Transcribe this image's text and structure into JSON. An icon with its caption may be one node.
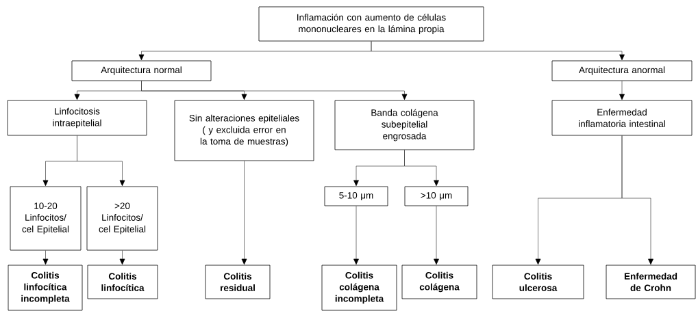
{
  "diagram": {
    "nodes": [
      {
        "text": [
          "Inflamación con aumento de células mononucleares en la lámina propia"
        ]
      },
      {
        "text": [
          "Arquitectura normal"
        ]
      },
      {
        "text": [
          "Arquitectura anormal"
        ]
      },
      {
        "text": [
          "Linfocitosis intraepitelial"
        ]
      },
      {
        "text": [
          "Sin alteraciones epiteliales ( y excluida error en la toma de muestras)"
        ]
      },
      {
        "text": [
          "Banda colágena subepitelial engrosada"
        ]
      },
      {
        "text": [
          "Enfermedad inflamatoria intestinal"
        ]
      },
      {
        "text": [
          "10-20 Linfocitos/ cel Epitelial"
        ]
      },
      {
        "text": [
          ">20 Linfocitos/ cel Epitelial"
        ]
      },
      {
        "text": [
          "5-10 μm"
        ]
      },
      {
        "text": [
          ">10 μm"
        ]
      },
      {
        "text": [
          "Colitis linfocítica incompleta"
        ]
      },
      {
        "text": [
          "Colitis linfocítica"
        ]
      },
      {
        "text": [
          "Colitis residual"
        ]
      },
      {
        "text": [
          "Colitis colágena incompleta"
        ]
      },
      {
        "text": [
          "Colitis colágena"
        ]
      },
      {
        "text": [
          "Colitis ulcerosa"
        ]
      },
      {
        "text": [
          "Enfermedad de Crohn"
        ]
      }
    ],
    "edges": [
      {
        "from": 0,
        "to": 1,
        "arrow": "to"
      },
      {
        "from": 0,
        "to": 2,
        "arrow": "to"
      },
      {
        "from": 1,
        "to": 3,
        "arrow": "to"
      },
      {
        "from": 1,
        "to": 4,
        "arrow": "to"
      },
      {
        "from": 1,
        "to": 5,
        "arrow": "to"
      },
      {
        "from": 2,
        "to": 6,
        "arrow": "to"
      },
      {
        "from": 3,
        "to": 7,
        "arrow": "to"
      },
      {
        "from": 3,
        "to": 8,
        "arrow": "to"
      },
      {
        "from": 5,
        "to": 9,
        "arrow": "to"
      },
      {
        "from": 5,
        "to": 10,
        "arrow": "to"
      },
      {
        "from": 7,
        "to": 11,
        "arrow": "to"
      },
      {
        "from": 8,
        "to": 12,
        "arrow": "to"
      },
      {
        "from": 4,
        "to": 13,
        "arrow": "to"
      },
      {
        "from": 9,
        "to": 14,
        "arrow": "to"
      },
      {
        "from": 10,
        "to": 15,
        "arrow": "to"
      },
      {
        "from": 6,
        "to": 16,
        "arrow": "to"
      },
      {
        "from": 6,
        "to": 17,
        "arrow": "to"
      }
    ]
  }
}
